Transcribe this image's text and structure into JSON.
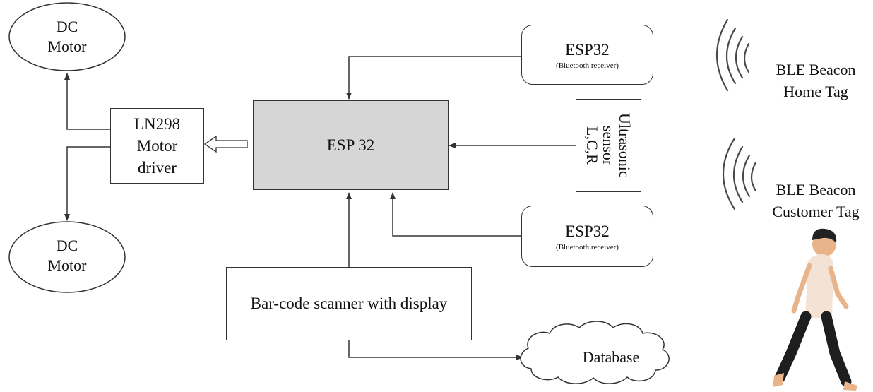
{
  "esp_main": {
    "label": "ESP 32"
  },
  "esp_top": {
    "title": "ESP32",
    "subtitle": "(Bluetooth receiver)"
  },
  "esp_bottom": {
    "title": "ESP32",
    "subtitle": "(Bluetooth receiver)"
  },
  "ultrasonic": {
    "line1": "Ultrasonic",
    "line2": "sensor",
    "line3": "L,C,R"
  },
  "motor_driver": {
    "line1": "LN298",
    "line2": "Motor",
    "line3": "driver"
  },
  "motor_top": {
    "line1": "DC",
    "line2": "Motor"
  },
  "motor_bottom": {
    "line1": "DC",
    "line2": "Motor"
  },
  "scanner": {
    "label": "Bar-code scanner with display"
  },
  "database": {
    "label": "Database"
  },
  "beacon_home": {
    "line1": "BLE Beacon",
    "line2": "Home Tag"
  },
  "beacon_customer": {
    "line1": "BLE Beacon",
    "line2": "Customer Tag"
  },
  "colors": {
    "esp_fill": "#d6d6d6",
    "line": "#333333",
    "beacon_arc": "#4a4a4a",
    "person_skin": "#e9b48a",
    "person_shirt": "#f4e2d4",
    "person_pants": "#1e1e1e"
  }
}
